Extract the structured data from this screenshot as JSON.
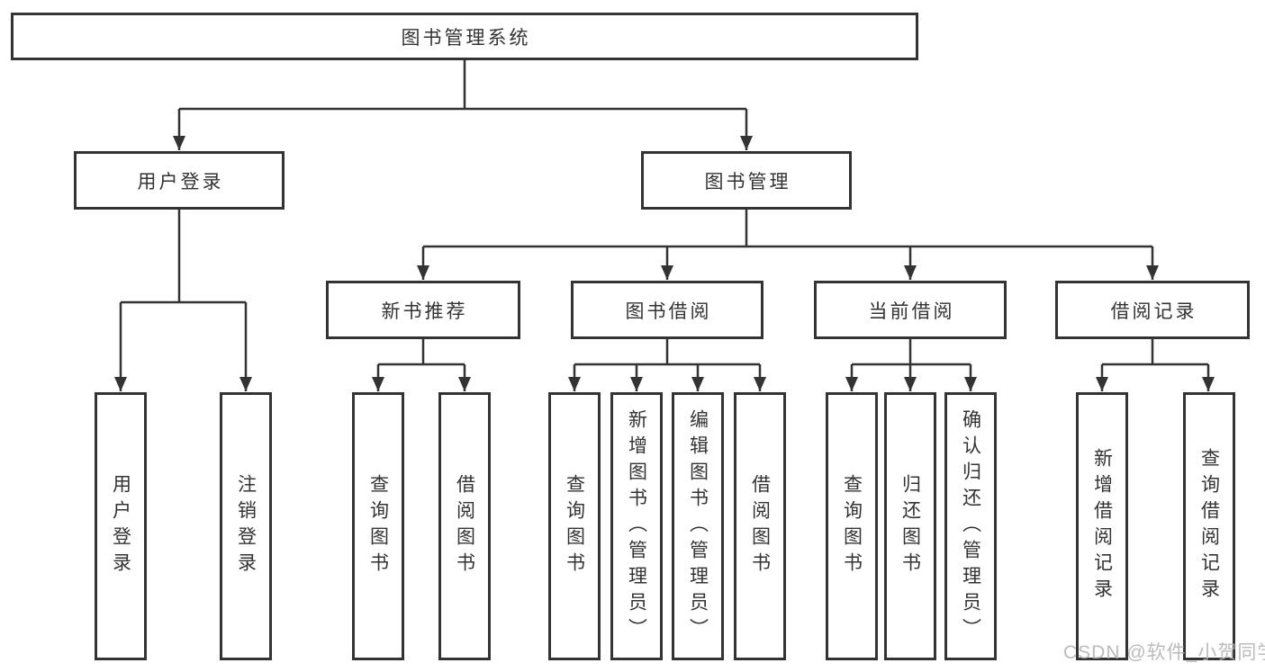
{
  "colors": {
    "line": "#333333",
    "box_background": "#ffffff",
    "text": "#333333",
    "watermark": "#b2b2b2"
  },
  "watermark": {
    "text": "CSDN @软件_小贺同学"
  },
  "tree": {
    "root": {
      "label": "图书管理系统"
    },
    "branches": [
      {
        "label": "用户登录",
        "children": [
          {
            "label": "用户登录"
          },
          {
            "label": "注销登录"
          }
        ]
      },
      {
        "label": "图书管理",
        "groups": [
          {
            "label": "新书推荐",
            "children": [
              {
                "label": "查询图书"
              },
              {
                "label": "借阅图书"
              }
            ]
          },
          {
            "label": "图书借阅",
            "children": [
              {
                "label": "查询图书"
              },
              {
                "label": "新增图书（管理员）"
              },
              {
                "label": "编辑图书（管理员）"
              },
              {
                "label": "借阅图书"
              }
            ]
          },
          {
            "label": "当前借阅",
            "children": [
              {
                "label": "查询图书"
              },
              {
                "label": "归还图书"
              },
              {
                "label": "确认归还（管理员）"
              }
            ]
          },
          {
            "label": "借阅记录",
            "children": [
              {
                "label": "新增借阅记录"
              },
              {
                "label": "查询借阅记录"
              }
            ]
          }
        ]
      }
    ]
  }
}
